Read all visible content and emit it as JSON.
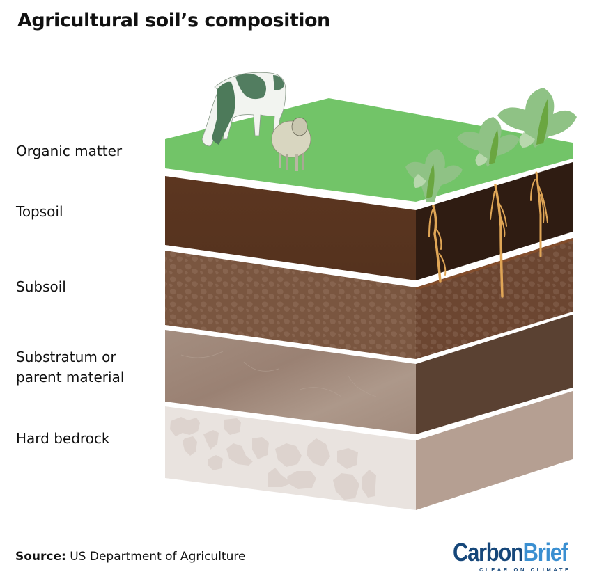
{
  "title": "Agricultural soil’s composition",
  "layers": [
    {
      "label": "Organic matter",
      "color_top": "#72c468"
    },
    {
      "label": "Topsoil",
      "color_front": "#5a3520",
      "color_side": "#2f1c12"
    },
    {
      "label": "Subsoil",
      "color_front": "#7a5640",
      "color_side": "#6a4630"
    },
    {
      "label_line1": "Substratum or",
      "label_line2": "parent material",
      "color_front": "#a38c7e",
      "color_side": "#5a4132"
    },
    {
      "label": "Hard bedrock",
      "color_front": "#e9e3df",
      "color_side": "#b59f92"
    }
  ],
  "illustrations": {
    "animals": [
      "cow",
      "sheep"
    ],
    "plants": [
      "cabbage-plant",
      "cabbage-plant",
      "cabbage-plant"
    ],
    "root_color": "#e0a656"
  },
  "footer": {
    "source_label": "Source:",
    "source_text": " US Department of Agriculture"
  },
  "logo": {
    "part1": "Carbon",
    "part2": "Brief",
    "tagline": "CLEAR ON CLIMATE",
    "color_dark": "#16477a",
    "color_light": "#3a8fd1"
  }
}
